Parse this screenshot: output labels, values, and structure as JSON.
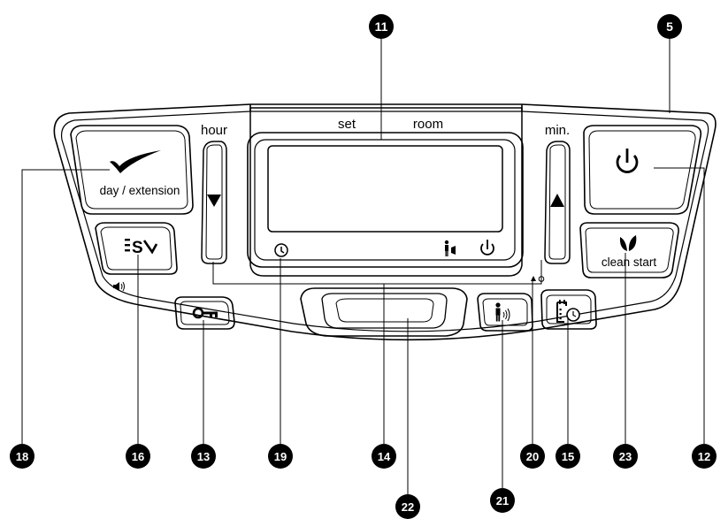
{
  "panel": {
    "hour_label": "hour",
    "min_label": "min.",
    "set_label": "set",
    "room_label": "room",
    "day_extension_label": "day / extension",
    "clean_start_label": "clean start"
  },
  "callouts": {
    "n5": "5",
    "n11": "11",
    "n12": "12",
    "n13": "13",
    "n14": "14",
    "n15": "15",
    "n16": "16",
    "n18": "18",
    "n19": "19",
    "n20": "20",
    "n21": "21",
    "n22": "22",
    "n23": "23"
  },
  "icons": {
    "checkmark": "checkmark-icon",
    "power": "power-icon",
    "triangle_down": "triangle-down-icon",
    "triangle_up": "triangle-up-icon",
    "eco_mode": "eco-mode-icon",
    "sound": "sound-icon",
    "key": "key-icon",
    "person_presence": "person-presence-icon",
    "program_timer": "program-timer-icon",
    "leaf": "leaf-icon",
    "clock": "clock-icon"
  }
}
